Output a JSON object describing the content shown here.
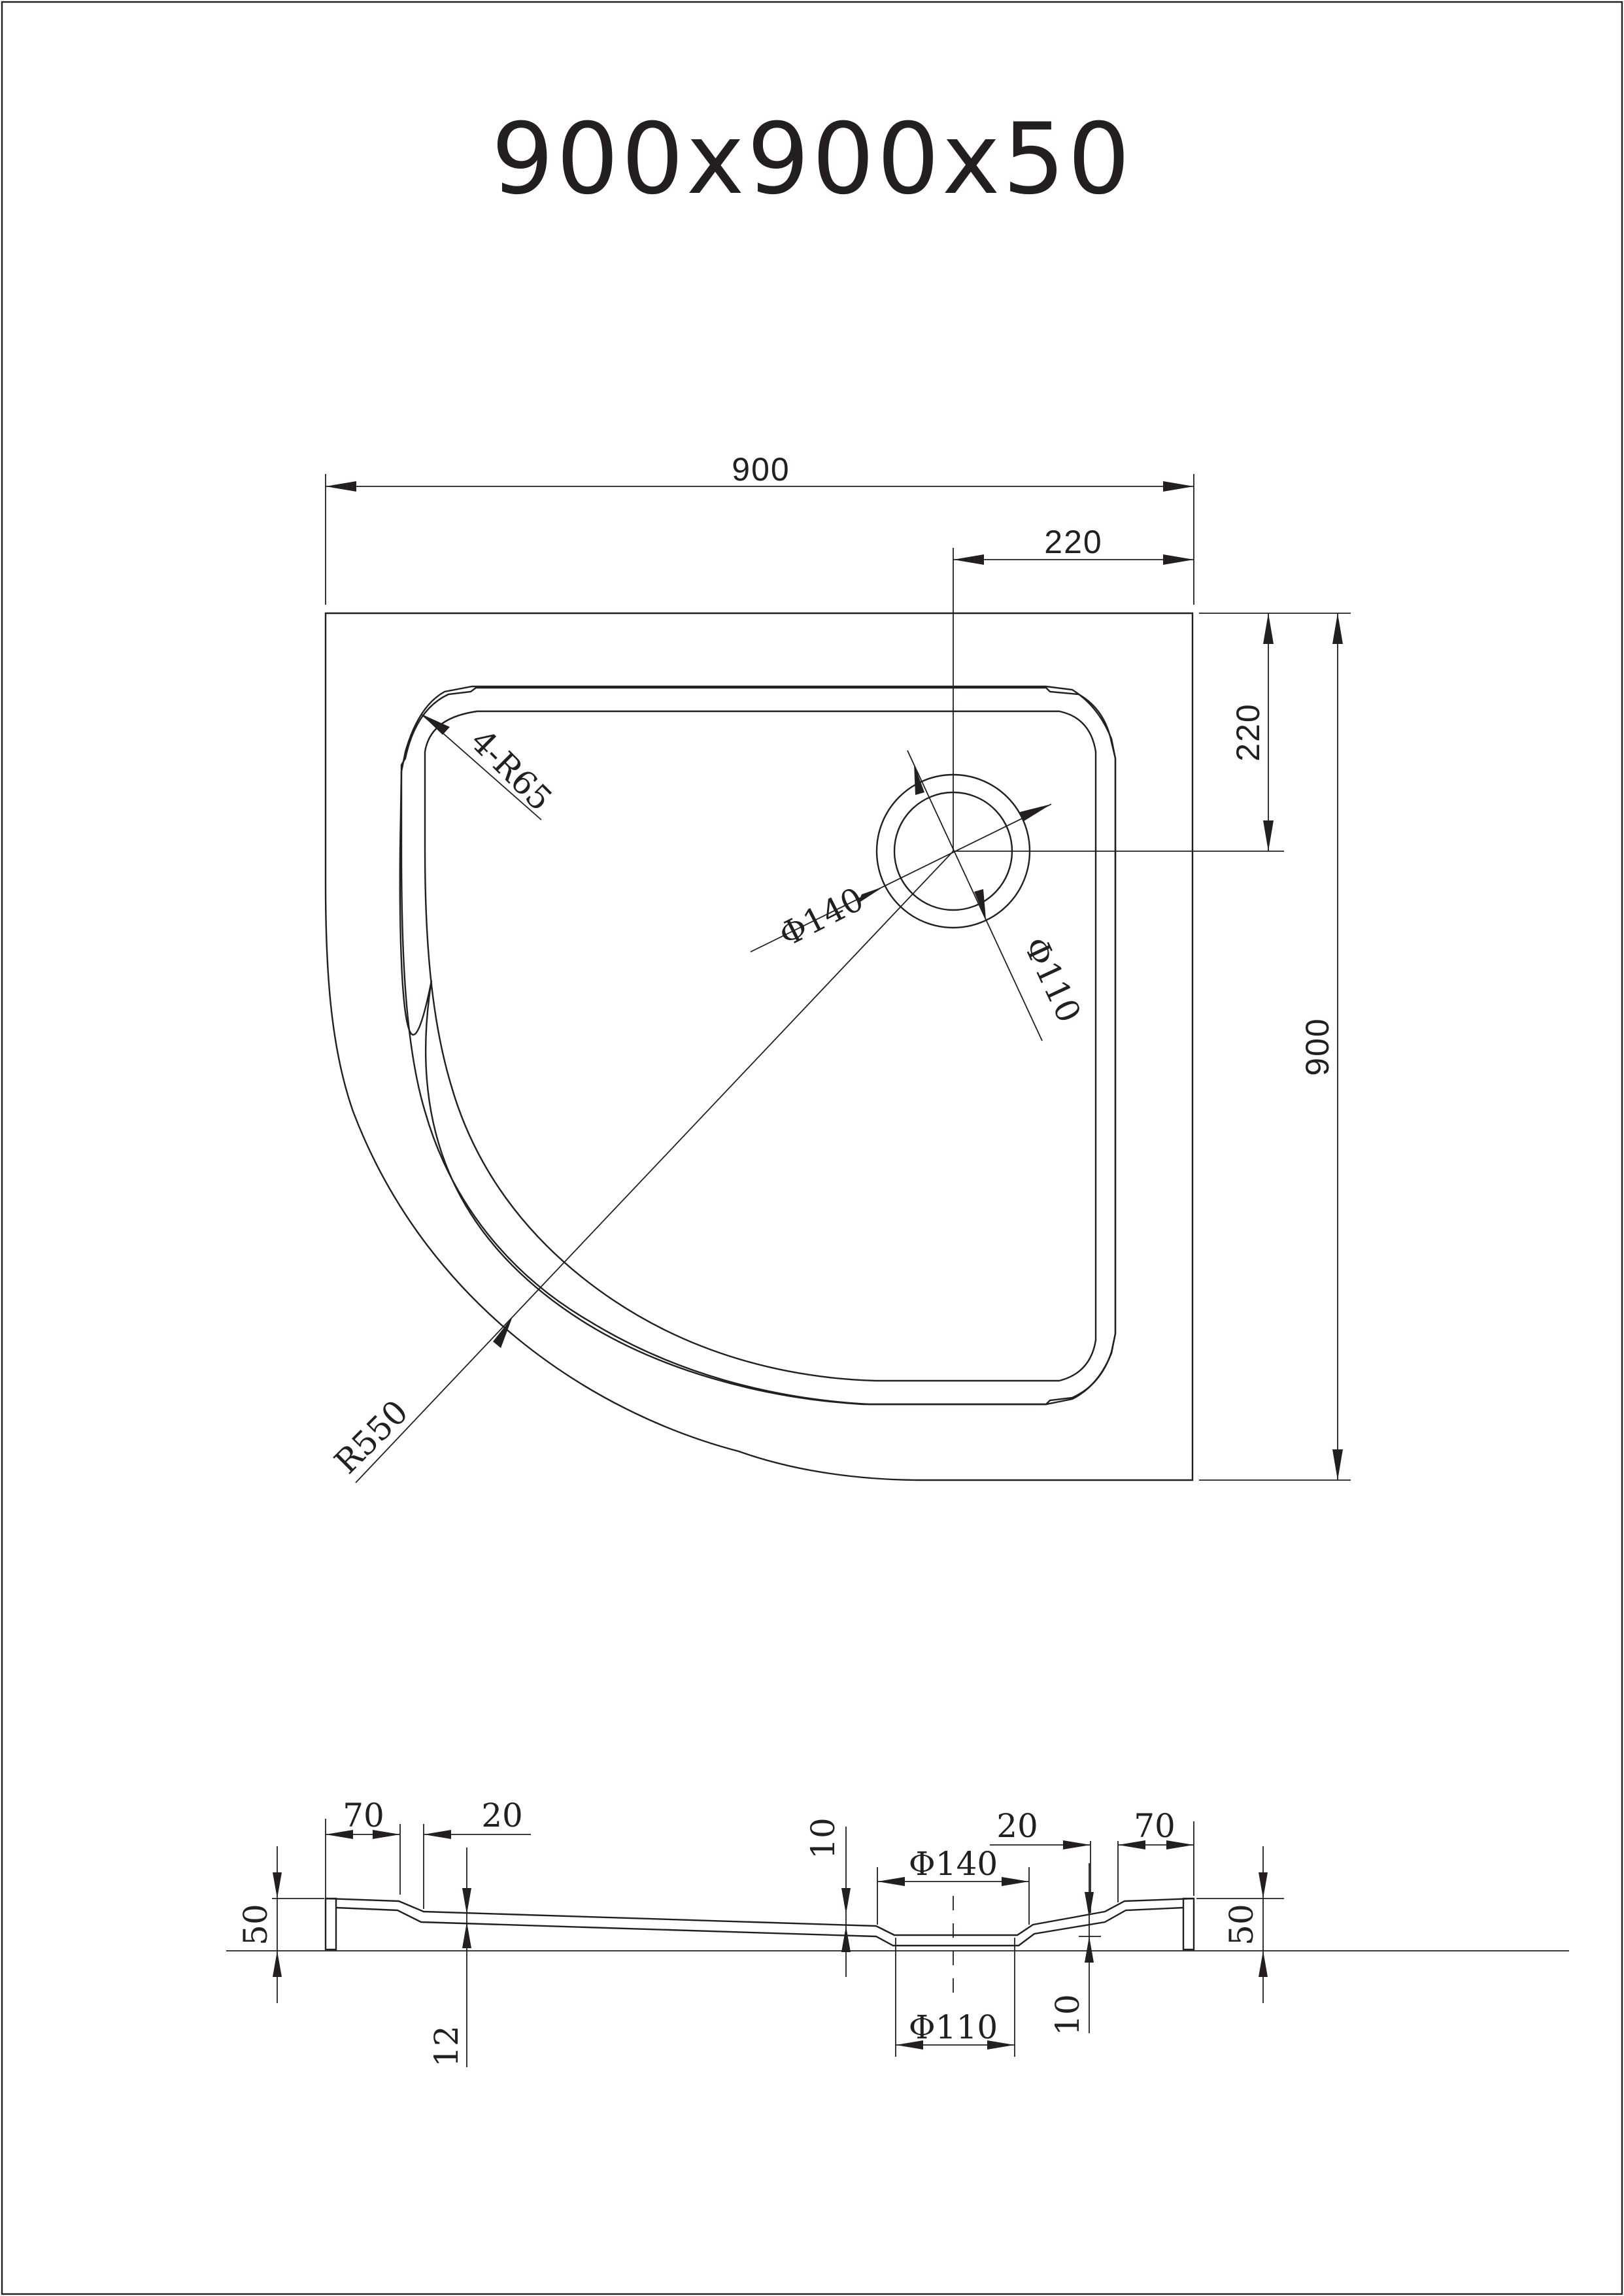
{
  "title": "900x900x50",
  "plan": {
    "width": "900",
    "drain_offset_x": "220",
    "drain_offset_y": "220",
    "depth": "900",
    "corner_radius": "4-R65",
    "outer_radius": "R550",
    "outer_ring_diameter": "Φ140",
    "drain_diameter": "Φ110"
  },
  "section": {
    "rim_left": "70",
    "step_left": "20",
    "slope_drop": "10",
    "step_right": "20",
    "rim_right": "70",
    "height_left": "50",
    "height_right": "50",
    "thickness": "12",
    "drain_depth": "10",
    "ring_diameter": "Φ140",
    "drain_diameter": "Φ110"
  }
}
